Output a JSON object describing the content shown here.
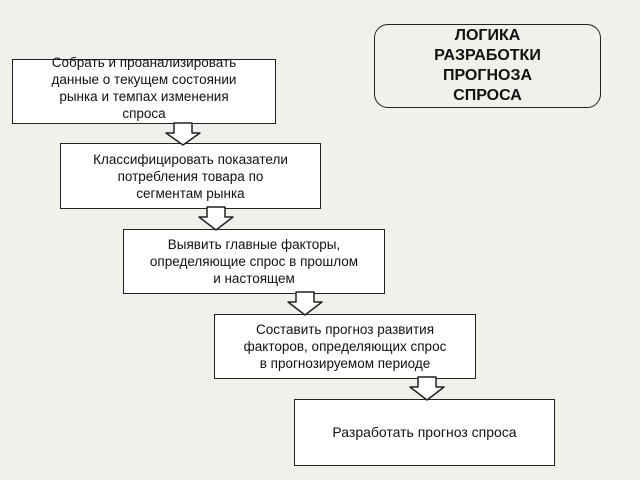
{
  "title": {
    "lines": [
      "ЛОГИКА",
      "РАЗРАБОТКИ",
      "ПРОГНОЗА",
      "СПРОСА"
    ]
  },
  "steps": [
    {
      "lines": [
        "Собрать и проанализировать",
        "данные о текущем состоянии",
        "рынка и темпах изменения",
        "спроса"
      ]
    },
    {
      "lines": [
        "Классифицировать показатели",
        "потребления товара по",
        "сегментам рынка"
      ]
    },
    {
      "lines": [
        "Выявить главные факторы,",
        "определяющие спрос в прошлом",
        "и настоящем"
      ]
    },
    {
      "lines": [
        "Составить прогноз развития",
        "факторов, определяющих спрос",
        "в прогнозируемом периоде"
      ]
    },
    {
      "lines": [
        "Разработать прогноз спроса"
      ]
    }
  ],
  "colors": {
    "background": "#f2f0eb",
    "box_fill": "#ffffff",
    "border": "#222222",
    "arrow_fill": "#ffffff"
  }
}
